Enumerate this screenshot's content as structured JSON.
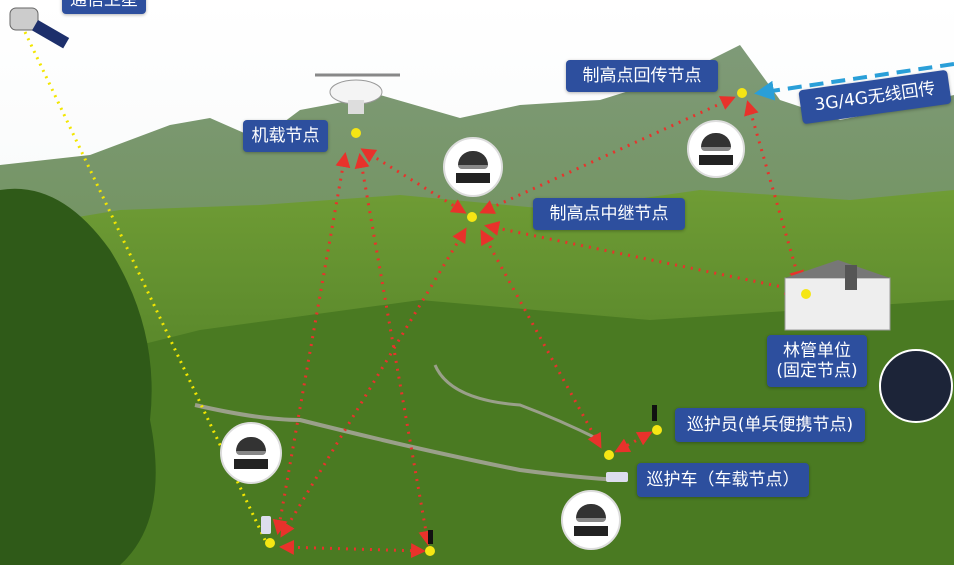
{
  "labels": {
    "satellite": "通信卫星",
    "airborne": "机载节点",
    "uplink": "制高点回传节点",
    "cellular": "3G/4G无线回传",
    "relay": "制高点中继节点",
    "forestry_line1": "林管单位",
    "forestry_line2": "(固定节点)",
    "ranger": "巡护员(单兵便携节点)",
    "vehicle": "巡护车（车载节点）"
  },
  "colors": {
    "label_bg": "#2d4f9e",
    "link_red": "#e8322b",
    "satellite_link": "#f2e600",
    "cellular_link": "#2a9fd8",
    "node": "#f5e614"
  },
  "icons": [
    "satellite-icon",
    "drone-icon",
    "camera-icon",
    "building-icon",
    "monitor-wall-icon",
    "person-icon",
    "vehicle-icon"
  ]
}
